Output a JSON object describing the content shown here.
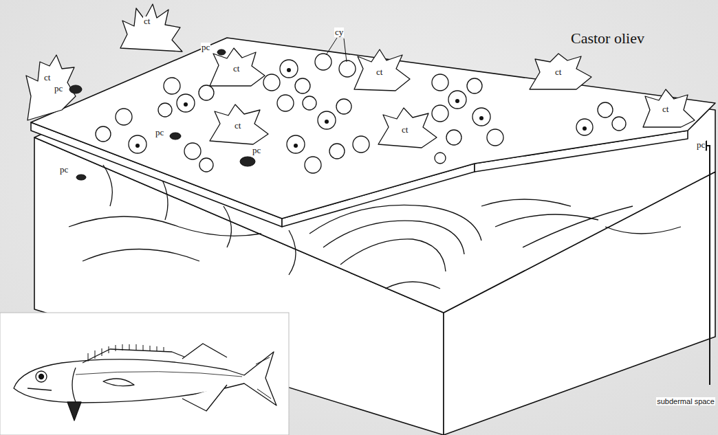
{
  "diagram": {
    "labels": [
      "ct",
      "cy",
      "pc",
      "ct",
      "ct",
      "Castor oliev",
      "ct",
      "ct",
      "pc",
      "pc",
      "ct",
      "pc",
      "ct",
      "ct",
      "pc",
      "pc",
      "subdermal space"
    ]
  }
}
